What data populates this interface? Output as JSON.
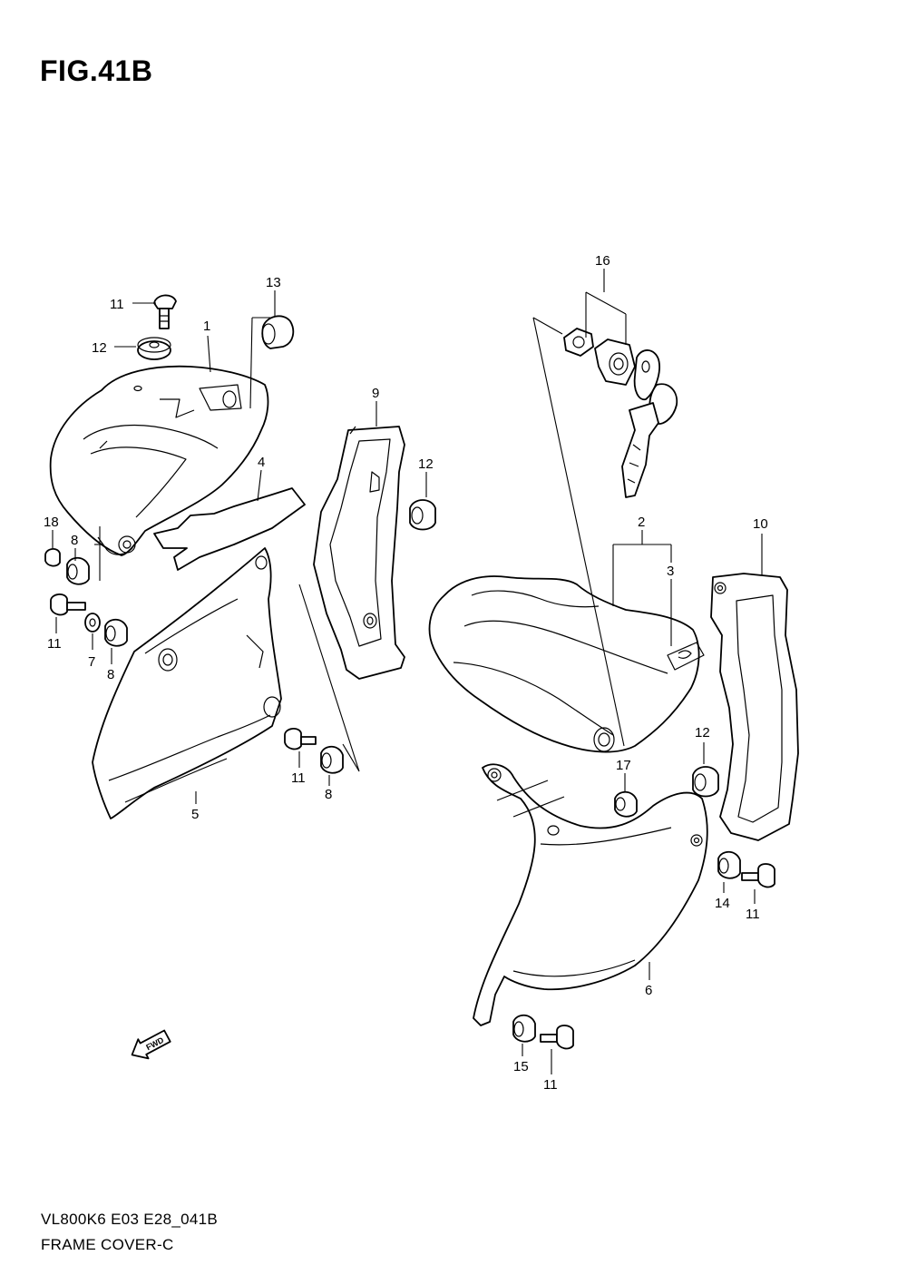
{
  "figure": {
    "title": "FIG.41B"
  },
  "footer": {
    "model_code": "VL800K6 E03 E28_041B",
    "caption": "FRAME COVER-C"
  },
  "fwd_arrow": {
    "label": "FWD"
  },
  "callouts": [
    {
      "id": "c11a",
      "label": "11"
    },
    {
      "id": "c12a",
      "label": "12"
    },
    {
      "id": "c1",
      "label": "1"
    },
    {
      "id": "c13",
      "label": "13"
    },
    {
      "id": "c4",
      "label": "4"
    },
    {
      "id": "c18",
      "label": "18"
    },
    {
      "id": "c8a",
      "label": "8"
    },
    {
      "id": "c11b",
      "label": "11"
    },
    {
      "id": "c7",
      "label": "7"
    },
    {
      "id": "c8b",
      "label": "8"
    },
    {
      "id": "c9",
      "label": "9"
    },
    {
      "id": "c12b",
      "label": "12"
    },
    {
      "id": "c11c",
      "label": "11"
    },
    {
      "id": "c8c",
      "label": "8"
    },
    {
      "id": "c5",
      "label": "5"
    },
    {
      "id": "c16",
      "label": "16"
    },
    {
      "id": "c2",
      "label": "2"
    },
    {
      "id": "c3",
      "label": "3"
    },
    {
      "id": "c10",
      "label": "10"
    },
    {
      "id": "c12c",
      "label": "12"
    },
    {
      "id": "c17",
      "label": "17"
    },
    {
      "id": "c14",
      "label": "14"
    },
    {
      "id": "c11d",
      "label": "11"
    },
    {
      "id": "c6",
      "label": "6"
    },
    {
      "id": "c15",
      "label": "15"
    },
    {
      "id": "c11e",
      "label": "11"
    }
  ]
}
